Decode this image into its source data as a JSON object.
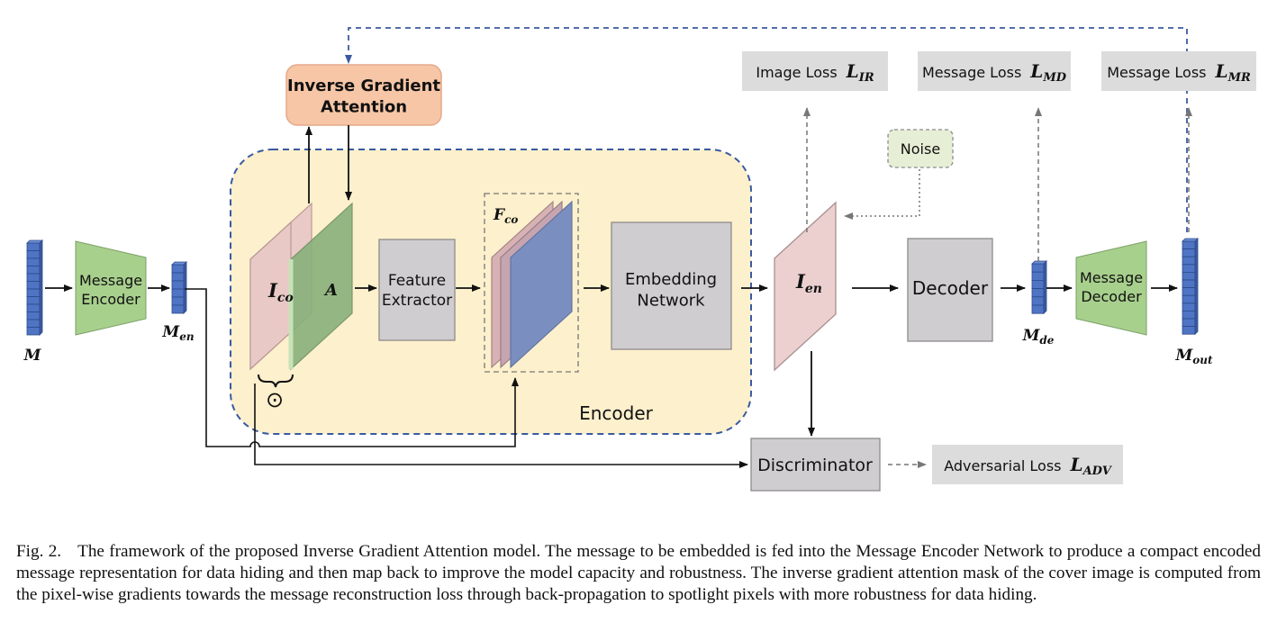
{
  "nodes": {
    "inverse_gradient_attention": "Inverse Gradient\nAttention",
    "message_encoder": "Message\nEncoder",
    "feature_extractor": "Feature\nExtractor",
    "embedding_network": "Embedding\nNetwork",
    "decoder": "Decoder",
    "message_decoder": "Message\nDecoder",
    "discriminator": "Discriminator",
    "noise": "Noise",
    "encoder_region": "Encoder"
  },
  "losses": {
    "image_loss": {
      "text": "Image Loss",
      "sym": "L",
      "sub": "IR"
    },
    "message_loss_md": {
      "text": "Message Loss",
      "sym": "L",
      "sub": "MD"
    },
    "message_loss_mr": {
      "text": "Message Loss",
      "sym": "L",
      "sub": "MR"
    },
    "adversarial_loss": {
      "text": "Adversarial Loss",
      "sym": "L",
      "sub": "ADV"
    }
  },
  "symbols": {
    "M": {
      "base": "M",
      "sub": ""
    },
    "M_en": {
      "base": "M",
      "sub": "en"
    },
    "M_de": {
      "base": "M",
      "sub": "de"
    },
    "M_out": {
      "base": "M",
      "sub": "out"
    },
    "I_co": {
      "base": "I",
      "sub": "co"
    },
    "A": {
      "base": "A",
      "sub": ""
    },
    "F_co": {
      "base": "F",
      "sub": "co"
    },
    "I_en": {
      "base": "I",
      "sub": "en"
    },
    "odot": "⊙"
  },
  "caption": {
    "label": "Fig. 2.",
    "text": "The framework of the proposed Inverse Gradient Attention model. The message to be embedded is fed into the Message Encoder Network to produce a compact encoded message representation for data hiding and then map back to improve the model capacity and robustness. The inverse gradient attention mask of the cover image is computed from the pixel-wise gradients towards the message reconstruction loss through back-propagation to spotlight pixels with more robustness for data hiding."
  },
  "colors": {
    "encoder_region_fill": "#fdf0cc",
    "encoder_region_border": "#3a5aa0",
    "attention_box": "#f6c6a6",
    "attention_border": "#e5a98a",
    "message_coder": "#a8d08d",
    "grey_box": "#cfcdcf",
    "loss_box": "#dcdcdc",
    "noise_box": "#e6efd6",
    "vector_blue": "#4f74c4",
    "pink_plane": "#e8c9c6",
    "green_plane": "#88b07a",
    "blue_plane": "#7a8fc0"
  }
}
